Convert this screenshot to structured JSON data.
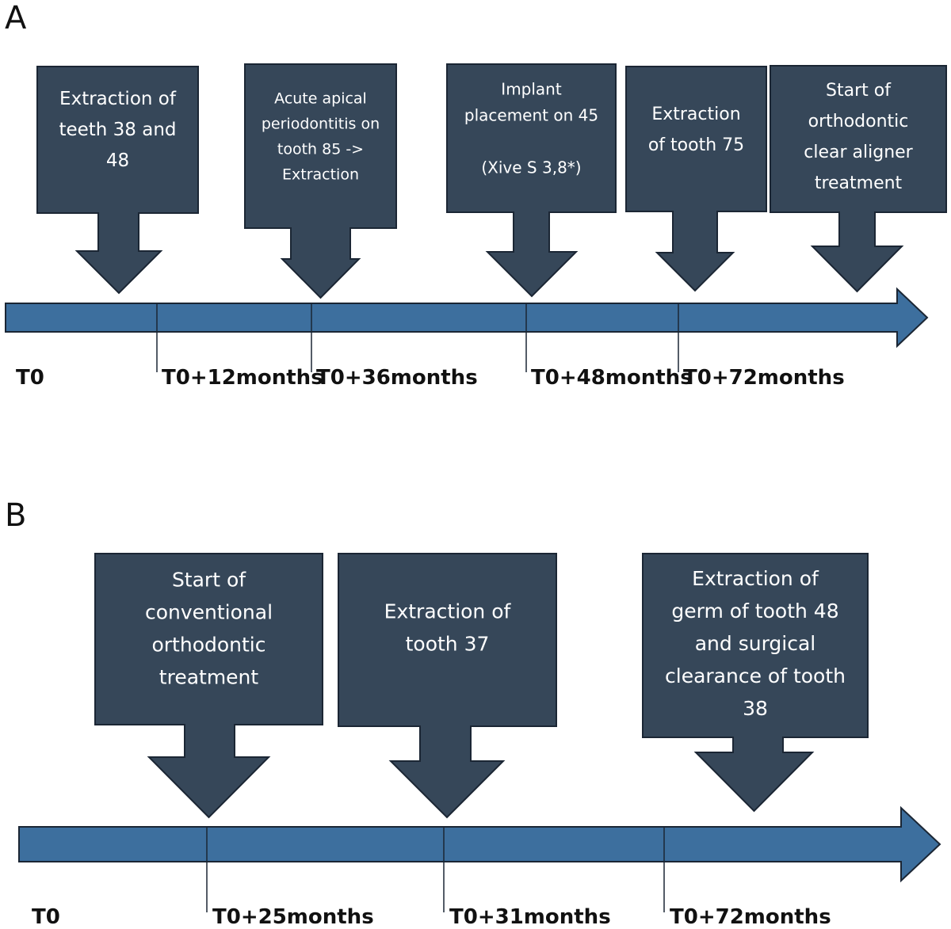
{
  "panels": [
    {
      "letter": "A",
      "start_label": "T0",
      "ticks": [
        "T0+12months",
        "T0+36months",
        "T0+48months",
        "T0+72months"
      ],
      "events": [
        {
          "lines": [
            "Extraction of",
            "teeth 38 and",
            "48"
          ]
        },
        {
          "lines": [
            "Acute apical",
            "periodontitis on",
            "tooth 85 ->",
            "Extraction"
          ]
        },
        {
          "lines": [
            "Implant",
            "placement on 45",
            "",
            "(Xive S 3,8*)"
          ]
        },
        {
          "lines": [
            "Extraction",
            "of tooth 75"
          ]
        },
        {
          "lines": [
            "Start of",
            "orthodontic",
            "clear aligner",
            "treatment"
          ]
        }
      ]
    },
    {
      "letter": "B",
      "start_label": "T0",
      "ticks": [
        "T0+25months",
        "T0+31months",
        "T0+72months"
      ],
      "events": [
        {
          "lines": [
            "Start of",
            "conventional",
            "orthodontic",
            "treatment"
          ]
        },
        {
          "lines": [
            "Extraction of",
            "tooth 37"
          ]
        },
        {
          "lines": [
            "Extraction of",
            "germ of tooth 48",
            "and surgical",
            "clearance of tooth",
            "38"
          ]
        }
      ]
    }
  ],
  "colors": {
    "box_fill": "#364759",
    "box_stroke": "#1b2634",
    "timeline_fill": "#3d6f9e",
    "text_on_box": "#ffffff"
  }
}
